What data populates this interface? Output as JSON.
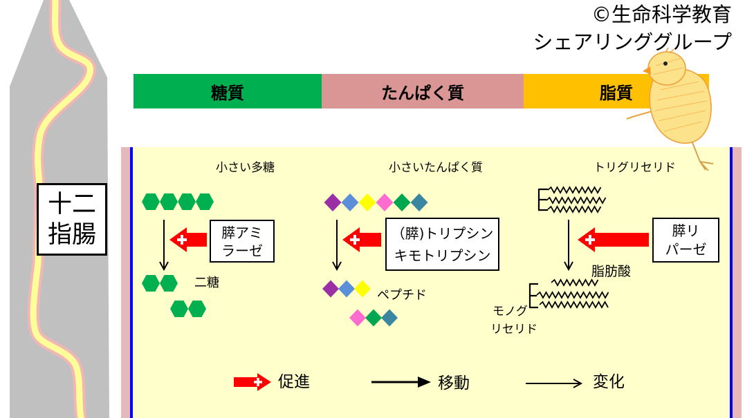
{
  "copyright": {
    "line1": "©生命科学教育",
    "line2": "シェアリンググループ"
  },
  "organ_label": {
    "line1": "十二",
    "line2": "指腸"
  },
  "header": {
    "carbohydrate": {
      "label": "糖質",
      "color": "#00b050"
    },
    "protein": {
      "label": "たんぱく質",
      "color": "#d99694"
    },
    "lipid": {
      "label": "脂質",
      "color": "#ffc000"
    }
  },
  "carbohydrate": {
    "title": "小さい多糖",
    "enzyme": [
      "膵アミ",
      "ラーゼ"
    ],
    "product": "二糖",
    "unit_color": "#00b050"
  },
  "protein": {
    "title": "小さいたんぱく質",
    "enzyme": [
      "（膵)トリプシン",
      "キモトリプシン"
    ],
    "product": "ペプチド",
    "chain_colors": [
      "#9b30a6",
      "#5b8fd9",
      "#ffff00",
      "#ff6ccf",
      "#00a650",
      "#3a86a0"
    ]
  },
  "lipid": {
    "title": "トリグリセリド",
    "enzyme": [
      "膵リ",
      "パーゼ"
    ],
    "product_fatty_acid": "脂肪酸",
    "product_monoglyceride": [
      "モノグ",
      "リセリド"
    ]
  },
  "legend": {
    "promote": "促進",
    "move": "移動",
    "change": "変化"
  },
  "colors": {
    "promote_arrow": "#ff0000",
    "panel_background": "#ffffcc",
    "panel_border": "#0000ff",
    "duodenum_wall": "#c0c0c0",
    "duct_fill": "#ffff99",
    "duct_edge": "#f2b6b4",
    "chick_body": "#fde28c",
    "chick_outline": "#f0a03a"
  }
}
